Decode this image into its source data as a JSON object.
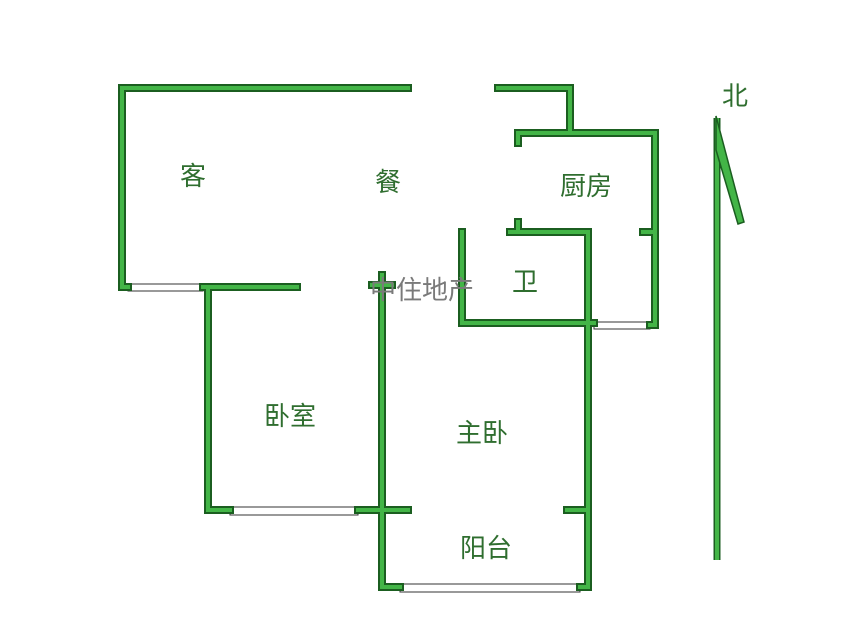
{
  "rooms": {
    "living": "客",
    "dining": "餐",
    "kitchen": "厨房",
    "bathroom": "卫",
    "bedroom": "卧室",
    "master_bedroom": "主卧",
    "balcony": "阳台"
  },
  "north_label": "北",
  "watermark": "中住地产",
  "colors": {
    "wall_outline": "#1b5e20",
    "wall_fill": "#43b547",
    "text": "#2f6e2f"
  }
}
